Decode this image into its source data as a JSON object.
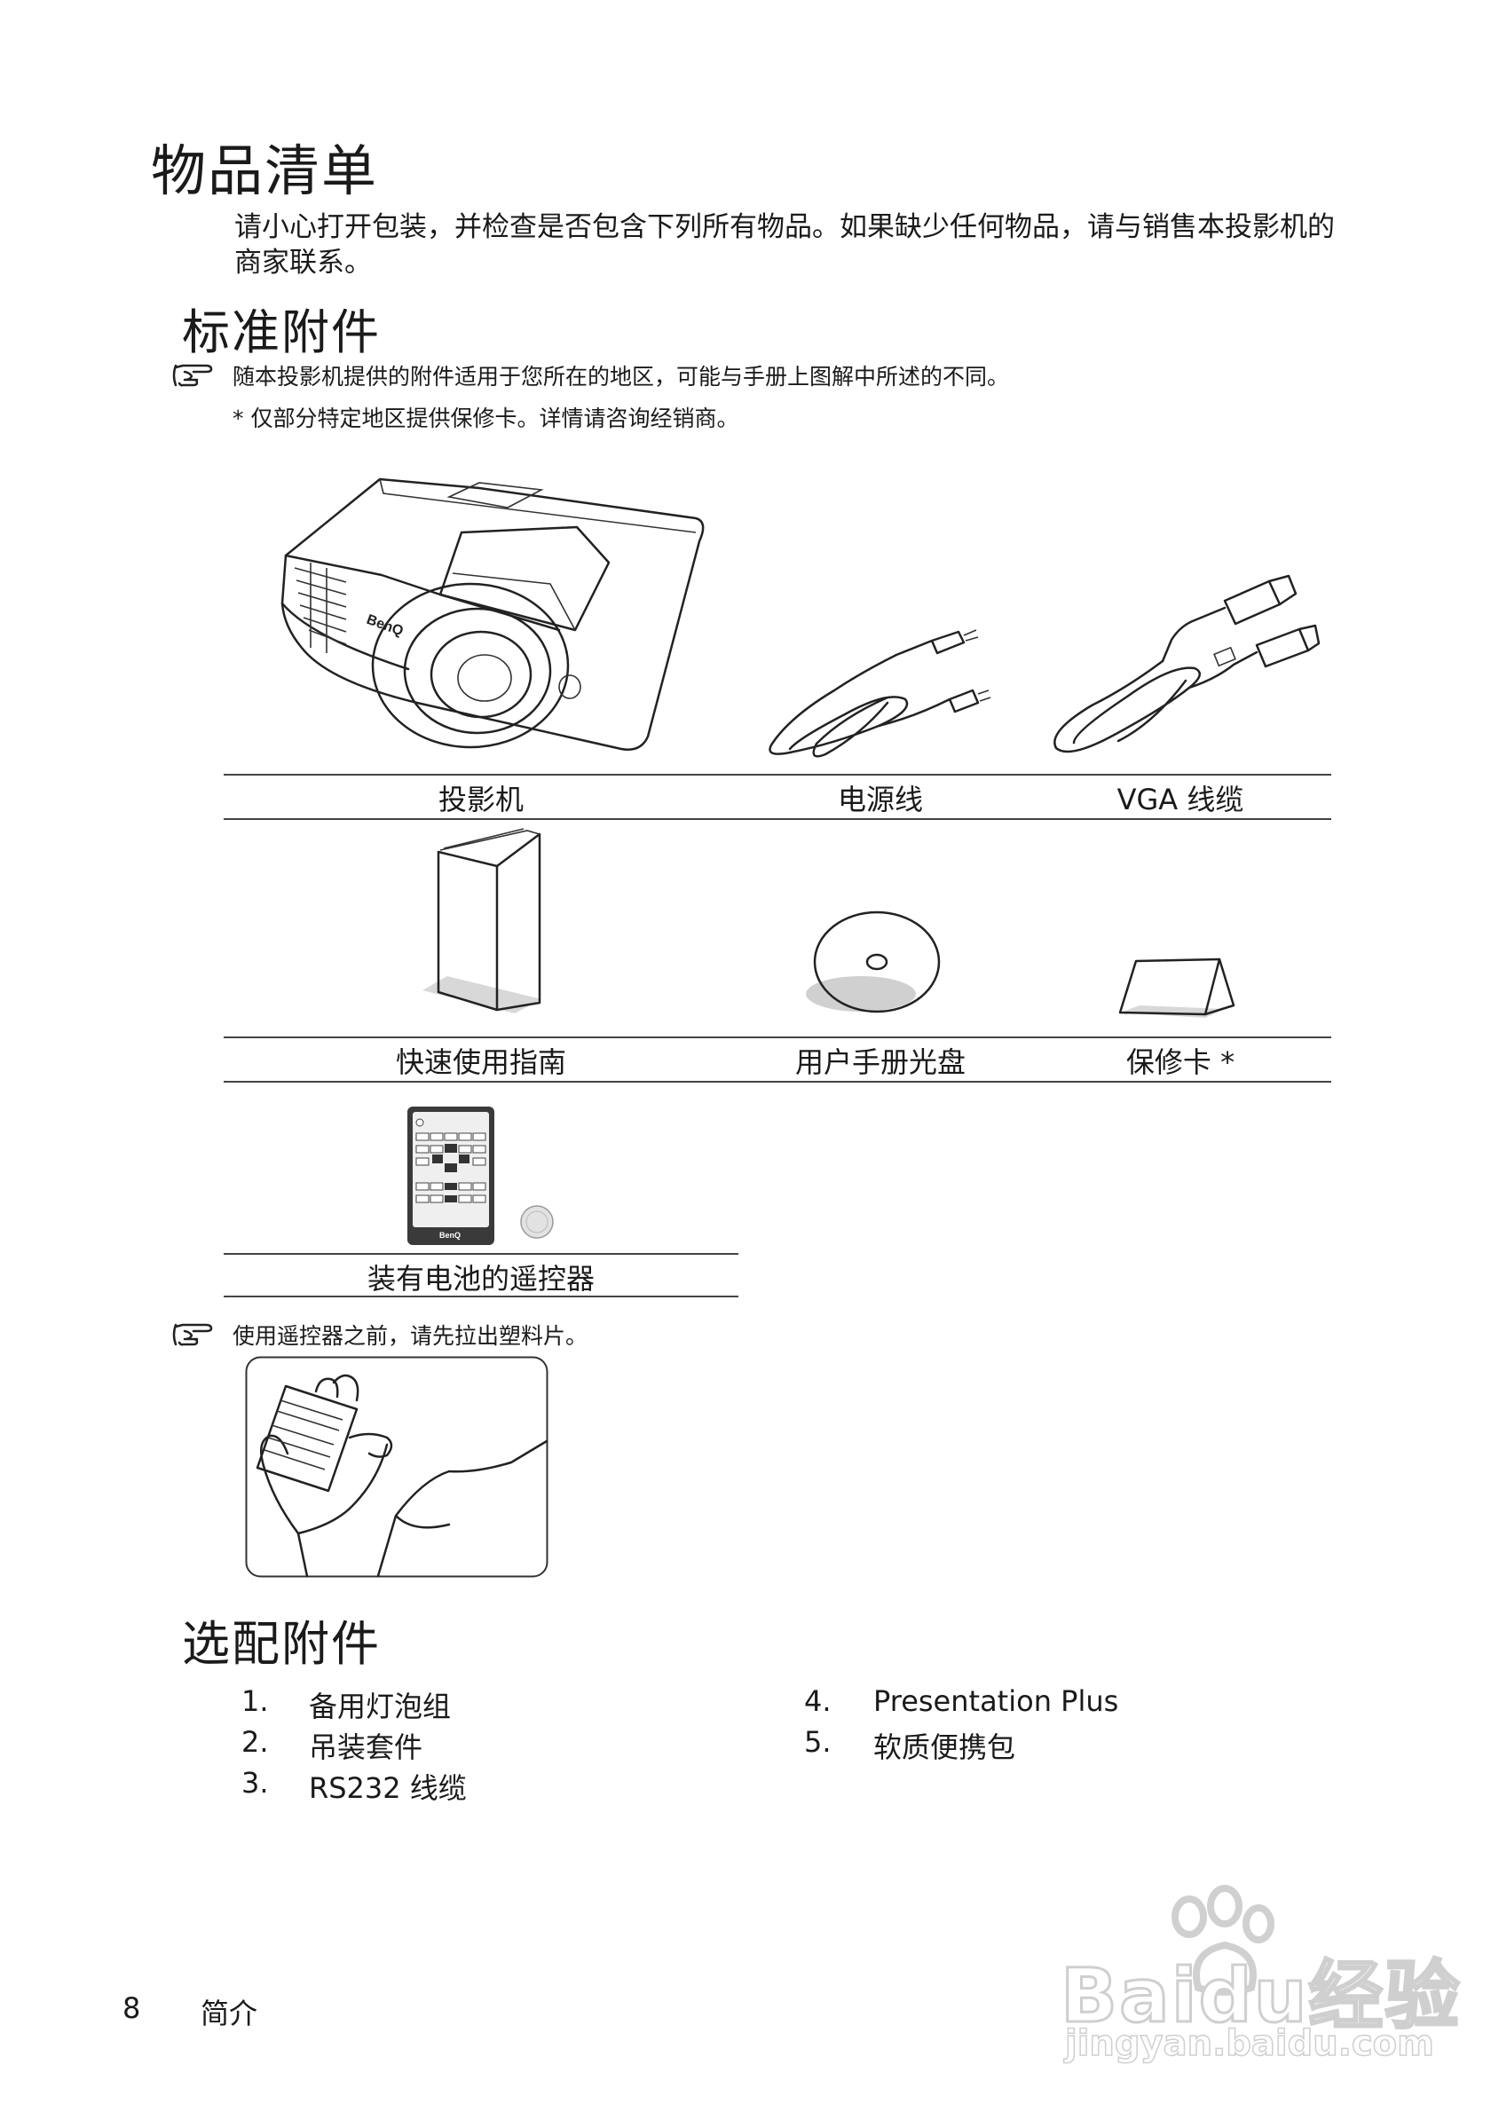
{
  "page": {
    "title": "物品清单",
    "intro": "请小心打开包装，并检查是否包含下列所有物品。如果缺少任何物品，请与销售本投影机的商家联系。"
  },
  "standard": {
    "heading": "标准附件",
    "note1": "随本投影机提供的附件适用于您所在的地区，可能与手册上图解中所述的不同。",
    "note2": "* 仅部分特定地区提供保修卡。详情请咨询经销商。",
    "items": [
      {
        "label": "投影机"
      },
      {
        "label": "电源线"
      },
      {
        "label": "VGA 线缆"
      },
      {
        "label": "快速使用指南"
      },
      {
        "label": "用户手册光盘"
      },
      {
        "label": "保修卡 *"
      },
      {
        "label": "装有电池的遥控器"
      }
    ],
    "remote_note": "使用遥控器之前，请先拉出塑料片。",
    "projector_brand": "BenQ",
    "remote_brand": "BenQ"
  },
  "optional": {
    "heading": "选配附件",
    "items": [
      {
        "num": "1.",
        "text": "备用灯泡组"
      },
      {
        "num": "2.",
        "text": "吊装套件"
      },
      {
        "num": "3.",
        "text": "RS232 线缆"
      },
      {
        "num": "4.",
        "text": "Presentation Plus"
      },
      {
        "num": "5.",
        "text": "软质便携包"
      }
    ]
  },
  "footer": {
    "page_number": "8",
    "section": "简介"
  },
  "watermark": {
    "logo": "Baidu经验",
    "url": "jingyan.baidu.com"
  }
}
